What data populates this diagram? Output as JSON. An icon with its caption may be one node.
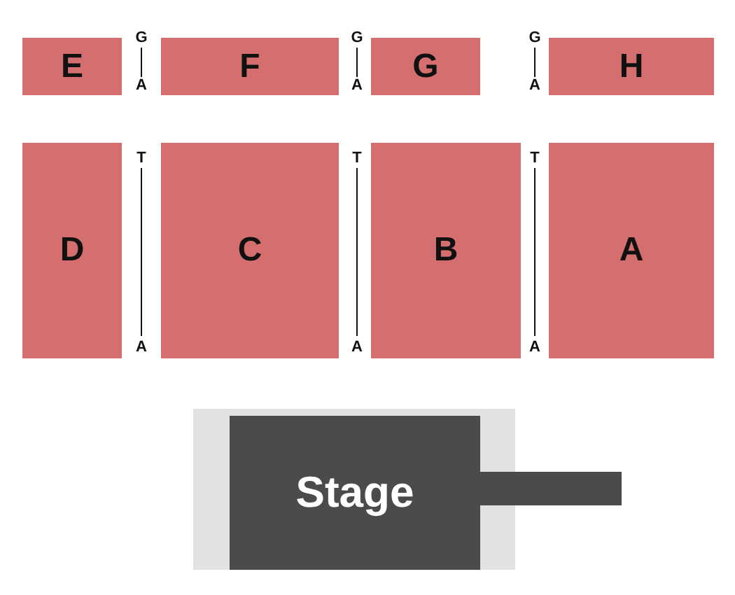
{
  "diagram": {
    "nodes": [
      {
        "text": [
          "E"
        ]
      },
      {
        "text": [
          "F"
        ]
      },
      {
        "text": [
          "G"
        ]
      },
      {
        "text": [
          "H"
        ]
      },
      {
        "text": [
          "D"
        ]
      },
      {
        "text": [
          "C"
        ]
      },
      {
        "text": [
          "B"
        ]
      },
      {
        "text": [
          "A"
        ]
      },
      {
        "text": [
          "Stage"
        ]
      }
    ],
    "labels": [
      "G",
      "A",
      "G",
      "A",
      "G",
      "A",
      "T",
      "A",
      "T",
      "A",
      "T",
      "A"
    ]
  }
}
